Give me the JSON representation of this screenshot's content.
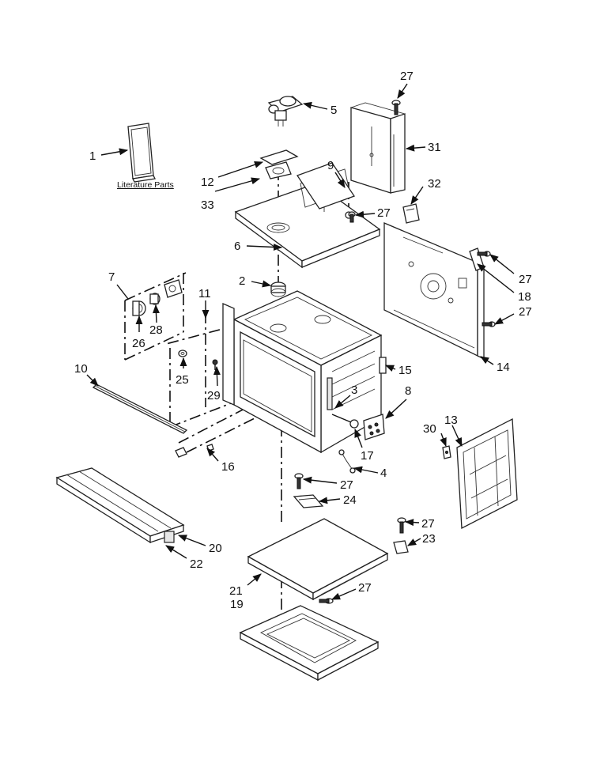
{
  "diagram": {
    "literature_caption": "Literature Parts",
    "callouts": [
      {
        "id": "c1",
        "text": "1"
      },
      {
        "id": "c2",
        "text": "2"
      },
      {
        "id": "c3",
        "text": "3"
      },
      {
        "id": "c4",
        "text": "4"
      },
      {
        "id": "c5",
        "text": "5"
      },
      {
        "id": "c6",
        "text": "6"
      },
      {
        "id": "c7",
        "text": "7"
      },
      {
        "id": "c8",
        "text": "8"
      },
      {
        "id": "c9",
        "text": "9"
      },
      {
        "id": "c10",
        "text": "10"
      },
      {
        "id": "c11",
        "text": "11"
      },
      {
        "id": "c12",
        "text": "12"
      },
      {
        "id": "c13",
        "text": "13"
      },
      {
        "id": "c14",
        "text": "14"
      },
      {
        "id": "c15",
        "text": "15"
      },
      {
        "id": "c16",
        "text": "16"
      },
      {
        "id": "c17",
        "text": "17"
      },
      {
        "id": "c18",
        "text": "18"
      },
      {
        "id": "c19",
        "text": "19"
      },
      {
        "id": "c20",
        "text": "20"
      },
      {
        "id": "c21",
        "text": "21"
      },
      {
        "id": "c22",
        "text": "22"
      },
      {
        "id": "c23",
        "text": "23"
      },
      {
        "id": "c24",
        "text": "24"
      },
      {
        "id": "c25",
        "text": "25"
      },
      {
        "id": "c26",
        "text": "26"
      },
      {
        "id": "c27a",
        "text": "27"
      },
      {
        "id": "c27b",
        "text": "27"
      },
      {
        "id": "c27c",
        "text": "27"
      },
      {
        "id": "c27d",
        "text": "27"
      },
      {
        "id": "c27e",
        "text": "27"
      },
      {
        "id": "c27f",
        "text": "27"
      },
      {
        "id": "c27g",
        "text": "27"
      },
      {
        "id": "c28",
        "text": "28"
      },
      {
        "id": "c29",
        "text": "29"
      },
      {
        "id": "c30",
        "text": "30"
      },
      {
        "id": "c31",
        "text": "31"
      },
      {
        "id": "c32",
        "text": "32"
      },
      {
        "id": "c33",
        "text": "33"
      }
    ]
  }
}
